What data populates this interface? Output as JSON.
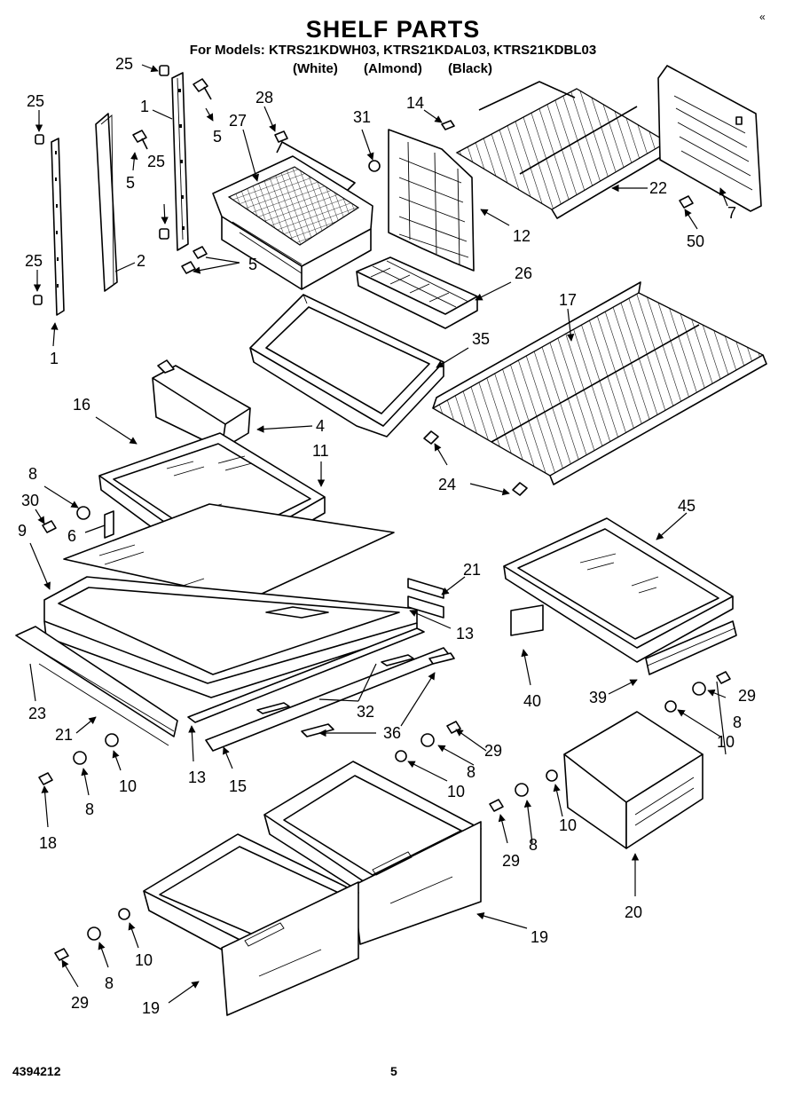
{
  "header": {
    "title": "SHELF PARTS",
    "models_line": "For Models: KTRS21KDWH03, KTRS21KDAL03, KTRS21KDBL03",
    "colors": [
      "(White)",
      "(Almond)",
      "(Black)"
    ],
    "corner_mark": "«"
  },
  "footer": {
    "doc_number": "4394212",
    "page_number": "5"
  },
  "callouts": {
    "c25a": "25",
    "c25b": "25",
    "c25c": "25",
    "c25d": "25",
    "c1a": "1",
    "c1b": "1",
    "c5a": "5",
    "c5b": "5",
    "c5c": "5",
    "c2": "2",
    "c27": "27",
    "c28": "28",
    "c31": "31",
    "c14": "14",
    "c22": "22",
    "c7": "7",
    "c50": "50",
    "c12": "12",
    "c26": "26",
    "c17": "17",
    "c35": "35",
    "c16": "16",
    "c4": "4",
    "c11": "11",
    "c24": "24",
    "c8a": "8",
    "c8b": "8",
    "c8c": "8",
    "c8d": "8",
    "c8e": "8",
    "c8f": "8",
    "c30": "30",
    "c6": "6",
    "c9": "9",
    "c21a": "21",
    "c21b": "21",
    "c13a": "13",
    "c13b": "13",
    "c45": "45",
    "c40": "40",
    "c39": "39",
    "c29a": "29",
    "c29b": "29",
    "c29c": "29",
    "c29d": "29",
    "c10a": "10",
    "c10b": "10",
    "c10c": "10",
    "c10d": "10",
    "c10e": "10",
    "c23": "23",
    "c32": "32",
    "c36": "36",
    "c15": "15",
    "c18": "18",
    "c20": "20",
    "c19a": "19",
    "c19b": "19"
  }
}
